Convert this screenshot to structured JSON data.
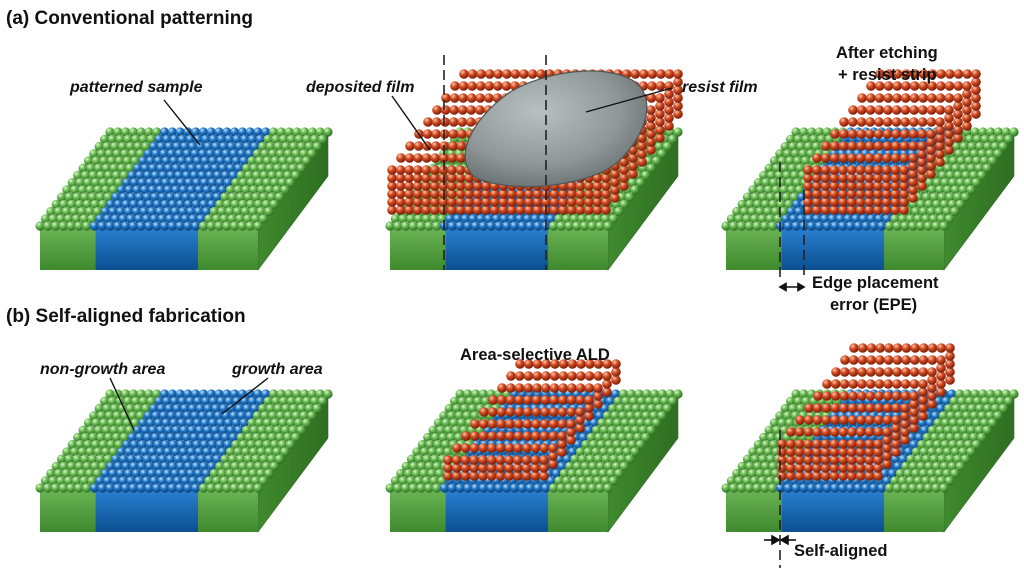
{
  "sections": {
    "a": {
      "title": "(a) Conventional patterning"
    },
    "b": {
      "title": "(b) Self-aligned fabrication"
    }
  },
  "labels": {
    "patterned_sample": "patterned sample",
    "deposited_film": "deposited film",
    "resist_film": "resist film",
    "after_etching_line1": "After etching",
    "after_etching_line2": "+ resist strip",
    "epe_line1": "Edge placement",
    "epe_line2": "error (EPE)",
    "non_growth_area": "non-growth area",
    "growth_area": "growth area",
    "area_selective_ald": "Area-selective ALD",
    "self_aligned": "Self-aligned"
  },
  "colors": {
    "green_atom": "#5fae4c",
    "blue_atom": "#1f6fb8",
    "red_atom": "#c8441f",
    "resist": "#8e9697",
    "substrate_green": "#4f9a3a",
    "substrate_blue": "#1466aa"
  }
}
